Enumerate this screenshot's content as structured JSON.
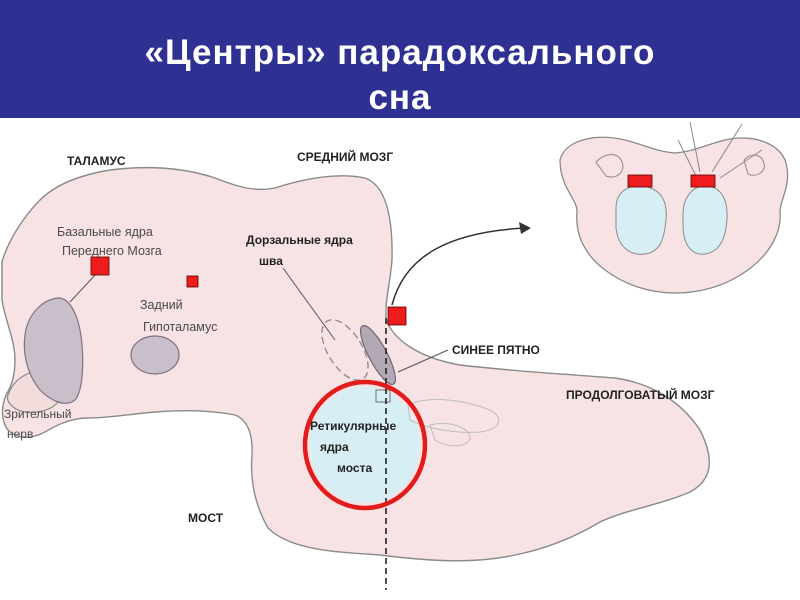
{
  "slide": {
    "title_line1": "«Центры» парадоксального",
    "title_line2": "сна"
  },
  "labels": {
    "thalamus": "ТАЛАМУС",
    "midbrain": "СРЕДНИЙ МОЗГ",
    "basal_line1": "Базальные ядра",
    "basal_line2": "Переднего Мозга",
    "dorsal_line1": "Дорзальные ядра",
    "dorsal_line2": "шва",
    "posterior_line1": "Задний",
    "posterior_line2": "Гипоталамус",
    "locus": "СИНЕЕ ПЯТНО",
    "medulla": "ПРОДОЛГОВАТЫЙ МОЗГ",
    "optic_line1": "Зрительный",
    "optic_line2": "нерв",
    "reticular_line1": "Ретикулярные",
    "reticular_line2": "ядра",
    "reticular_line3": "моста",
    "pons": "МОСТ"
  },
  "colors": {
    "title_bg": "#2e3192",
    "brain_fill": "#f7e3e3",
    "structure_fill": "#c9bfca",
    "nucleus_fill": "#d8eef5",
    "marker": "#ee1c1c",
    "highlight_ring": "#e31b1b"
  }
}
